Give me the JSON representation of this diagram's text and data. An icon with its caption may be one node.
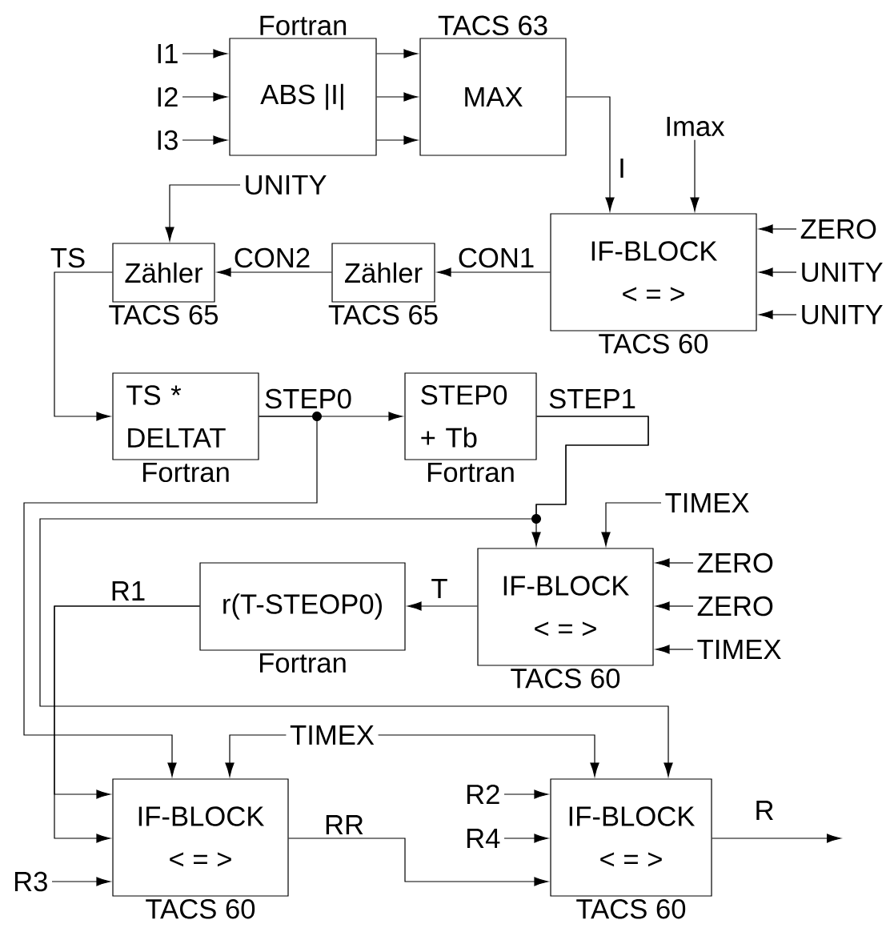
{
  "diagram": {
    "nodes": [
      {
        "text": [
          "ABS |I|"
        ],
        "beside": [
          "Fortran"
        ]
      },
      {
        "text": [
          "MAX"
        ],
        "beside": [
          "TACS 63"
        ]
      },
      {
        "text": [
          "IF-BLOCK",
          "< = >"
        ],
        "beside": [
          "TACS 60"
        ]
      },
      {
        "text": [
          "Zähler"
        ],
        "beside": [
          "TACS 65"
        ]
      },
      {
        "text": [
          "Zähler"
        ],
        "beside": [
          "TACS 65"
        ]
      },
      {
        "text": [
          "TS * DELTAT"
        ],
        "beside": [
          "Fortran"
        ]
      },
      {
        "text": [
          "STEP0 + Tb"
        ],
        "beside": [
          "Fortran"
        ]
      },
      {
        "text": [
          "IF-BLOCK",
          "< = >"
        ],
        "beside": [
          "TACS 60"
        ]
      },
      {
        "text": [
          "r(T-STEOP0)"
        ],
        "beside": [
          "Fortran"
        ]
      },
      {
        "text": [
          "IF-BLOCK",
          "< = >"
        ],
        "beside": [
          "TACS 60"
        ]
      },
      {
        "text": [
          "IF-BLOCK",
          "< = >"
        ],
        "beside": [
          "TACS 60"
        ]
      },
      {
        "text": [
          "I1"
        ]
      },
      {
        "text": [
          "I2"
        ]
      },
      {
        "text": [
          "I3"
        ]
      },
      {
        "text": [
          "Imax"
        ]
      },
      {
        "text": [
          "ZERO"
        ]
      },
      {
        "text": [
          "UNITY"
        ]
      },
      {
        "text": [
          "UNITY"
        ]
      },
      {
        "text": [
          "UNITY"
        ]
      },
      {
        "text": [
          "TIMEX"
        ]
      },
      {
        "text": [
          "ZERO"
        ]
      },
      {
        "text": [
          "ZERO"
        ]
      },
      {
        "text": [
          "TIMEX"
        ]
      },
      {
        "text": [
          "TIMEX"
        ]
      },
      {
        "text": [
          "R3"
        ]
      },
      {
        "text": [
          "R2"
        ]
      },
      {
        "text": [
          "R4"
        ]
      }
    ],
    "edges": [
      {
        "from": 11,
        "to": 0,
        "arrow": "to"
      },
      {
        "from": 12,
        "to": 0,
        "arrow": "to"
      },
      {
        "from": 13,
        "to": 0,
        "arrow": "to"
      },
      {
        "from": 0,
        "to": 1,
        "arrow": "to"
      },
      {
        "from": 0,
        "to": 1,
        "arrow": "to"
      },
      {
        "from": 0,
        "to": 1,
        "arrow": "to"
      },
      {
        "from": 1,
        "to": 2,
        "arrow": "to",
        "label": "I"
      },
      {
        "from": 14,
        "to": 2,
        "arrow": "to"
      },
      {
        "from": 15,
        "to": 2,
        "arrow": "to"
      },
      {
        "from": 16,
        "to": 2,
        "arrow": "to"
      },
      {
        "from": 17,
        "to": 2,
        "arrow": "to"
      },
      {
        "from": 2,
        "to": 3,
        "arrow": "to",
        "label": "CON1"
      },
      {
        "from": 3,
        "to": 4,
        "arrow": "to",
        "label": "CON2"
      },
      {
        "from": 18,
        "to": 4,
        "arrow": "to"
      },
      {
        "from": 4,
        "to": 5,
        "arrow": "to",
        "label": "TS"
      },
      {
        "from": 5,
        "to": 6,
        "arrow": "to",
        "label": "STEP0"
      },
      {
        "from": 5,
        "to": 9,
        "arrow": "to"
      },
      {
        "from": 6,
        "to": 7,
        "arrow": "to",
        "label": "STEP1"
      },
      {
        "from": 6,
        "to": 10,
        "arrow": "to"
      },
      {
        "from": 19,
        "to": 7,
        "arrow": "to"
      },
      {
        "from": 20,
        "to": 7,
        "arrow": "to"
      },
      {
        "from": 21,
        "to": 7,
        "arrow": "to"
      },
      {
        "from": 22,
        "to": 7,
        "arrow": "to"
      },
      {
        "from": 7,
        "to": 8,
        "arrow": "to",
        "label": "T"
      },
      {
        "from": 8,
        "to": 9,
        "arrow": "to",
        "label": "R1"
      },
      {
        "from": 8,
        "to": 9,
        "arrow": "to"
      },
      {
        "from": 23,
        "to": 9,
        "arrow": "to"
      },
      {
        "from": 23,
        "to": 10,
        "arrow": "to"
      },
      {
        "from": 24,
        "to": 9,
        "arrow": "to"
      },
      {
        "from": 9,
        "to": 10,
        "arrow": "to",
        "label": "RR"
      },
      {
        "from": 25,
        "to": 10,
        "arrow": "to"
      },
      {
        "from": 26,
        "to": 10,
        "arrow": "to"
      },
      {
        "from": 10,
        "to": null,
        "arrow": "to",
        "label": "R"
      }
    ]
  }
}
